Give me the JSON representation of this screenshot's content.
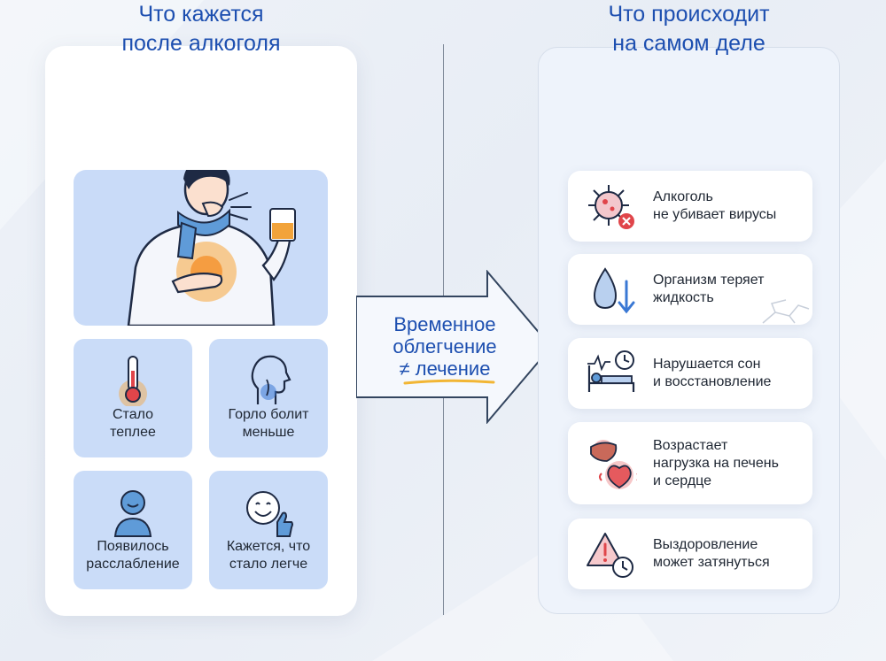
{
  "left_panel": {
    "title": "Что кажется\nпосле алкоголя",
    "tiles": [
      {
        "label": "Стало\nтеплее",
        "icon": "thermometer-icon"
      },
      {
        "label": "Горло болит\nменьше",
        "icon": "throat-icon"
      },
      {
        "label": "Появилось\nрасслабление",
        "icon": "person-icon"
      },
      {
        "label": "Кажется, что\nстало легче",
        "icon": "smile-thumbs-up-icon"
      }
    ]
  },
  "center": {
    "line1": "Временное",
    "line2": "облегчение",
    "neq": "≠",
    "line3": "лечение"
  },
  "right_panel": {
    "title": "Что происходит\nна самом деле",
    "cards": [
      {
        "text": "Алкоголь\nне убивает вирусы",
        "icon": "virus-icon"
      },
      {
        "text": "Организм теряет\nжидкость",
        "icon": "water-drop-icon"
      },
      {
        "text": "Нарушается сон\nи восстановление",
        "icon": "bed-clock-icon"
      },
      {
        "text": "Возрастает\nнагрузка на печень\nи сердце",
        "icon": "liver-heart-icon"
      },
      {
        "text": "Выздоровление\nможет затянуться",
        "icon": "warning-clock-icon"
      }
    ]
  },
  "colors": {
    "accent": "#1d4fb0",
    "tile_bg": "#cadcf8",
    "warm": "#f59a2c",
    "danger": "#e0454a"
  }
}
